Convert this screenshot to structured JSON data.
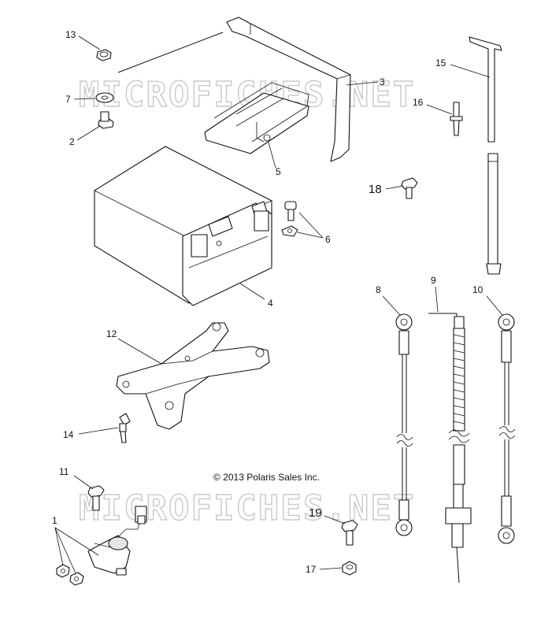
{
  "watermark_text": "MICROFICHES.NET",
  "copyright": "© 2013 Polaris Sales Inc.",
  "callouts": {
    "c1": "1",
    "c2": "2",
    "c3": "3",
    "c4": "4",
    "c5": "5",
    "c6": "6",
    "c7": "7",
    "c8": "8",
    "c9": "9",
    "c10": "10",
    "c11": "11",
    "c12": "12",
    "c13": "13",
    "c14": "14",
    "c15": "15",
    "c16": "16",
    "c17": "17",
    "c18": "18",
    "c19": "19"
  }
}
